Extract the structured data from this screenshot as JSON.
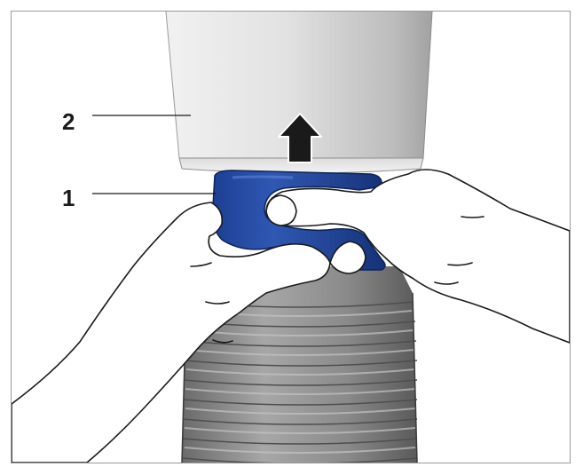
{
  "figure": {
    "callouts": [
      {
        "label": "1",
        "target": "blue-gripper-ring"
      },
      {
        "label": "2",
        "target": "grey-top-housing"
      }
    ],
    "arrow_direction": "up",
    "colors": {
      "housing_light": "#e6e6e6",
      "housing_dark": "#a9a9a9",
      "ring_blue": "#2a4fa6",
      "ring_blue_dark": "#15337a",
      "bellows_grey": "#8c8c8c",
      "bellows_dark": "#5c5c5c",
      "arrow": "#1a1a1a",
      "outline": "#1a1a1a",
      "frame": "#9a9a9a"
    }
  }
}
